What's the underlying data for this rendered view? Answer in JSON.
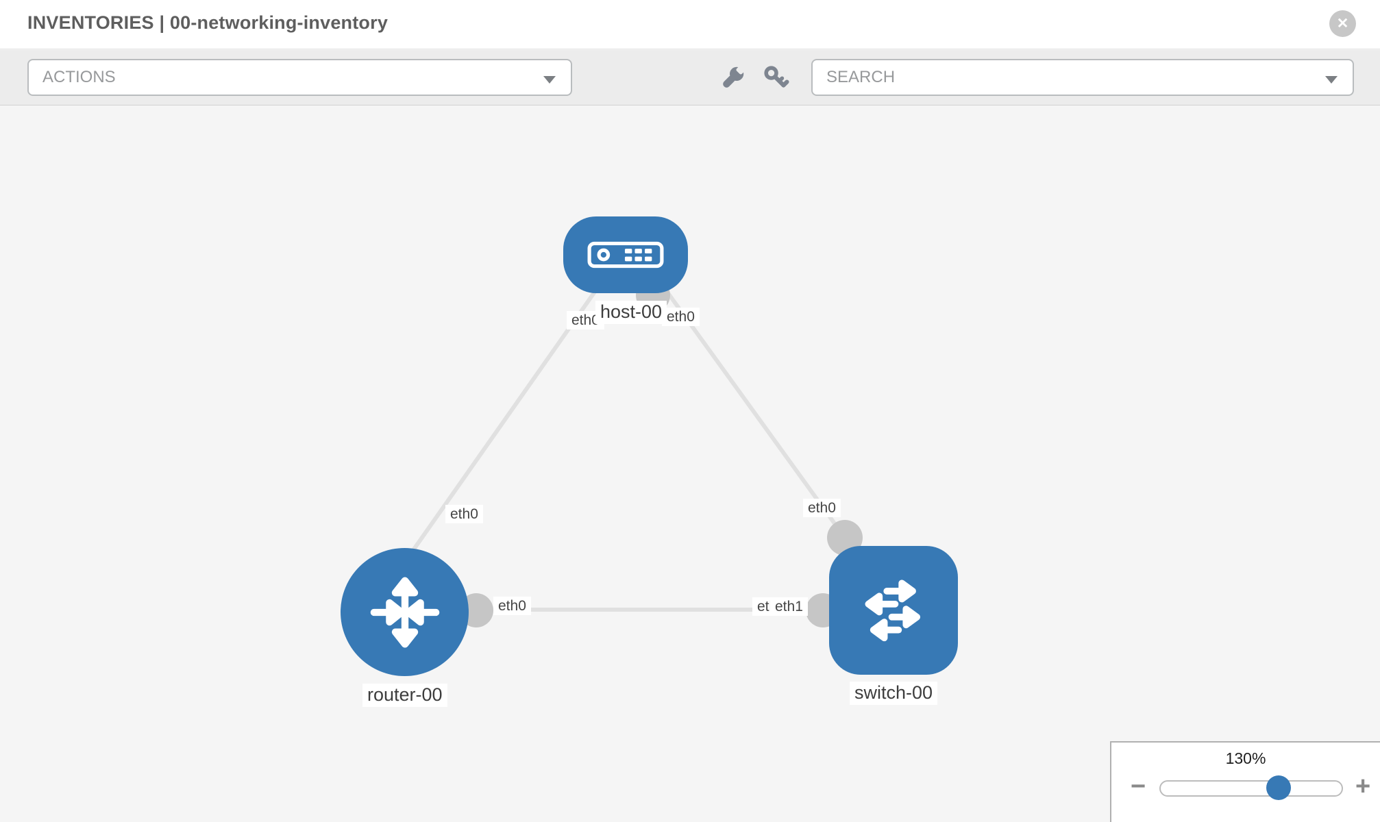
{
  "header": {
    "title": "INVENTORIES | 00-networking-inventory"
  },
  "toolbar": {
    "actions_label": "ACTIONS",
    "search_label": "SEARCH"
  },
  "icons": {
    "close": "✕",
    "zoom_out": "−",
    "zoom_in": "+"
  },
  "topology": {
    "nodes": [
      {
        "id": "host-00",
        "type": "host",
        "label": "host-00"
      },
      {
        "id": "router-00",
        "type": "router",
        "label": "router-00"
      },
      {
        "id": "switch-00",
        "type": "switch",
        "label": "switch-00"
      }
    ],
    "links": [
      {
        "from": "host-00",
        "from_if": "eth0",
        "to": "router-00",
        "to_if": "eth0"
      },
      {
        "from": "host-00",
        "from_if": "eth0",
        "to": "switch-00",
        "to_if": "eth0"
      },
      {
        "from": "router-00",
        "from_if": "eth0",
        "to": "switch-00",
        "to_if": "eth1"
      }
    ],
    "overlap_under_label": "eth0"
  },
  "zoom_control": {
    "value": "130%",
    "percent": 65
  },
  "colors": {
    "node_blue": "#3779b5",
    "connector_gray": "#c6c6c6",
    "link_gray": "#e0e0e0",
    "toolbar_gray": "#ececec",
    "slider_thumb_blue": "#3779b5"
  }
}
